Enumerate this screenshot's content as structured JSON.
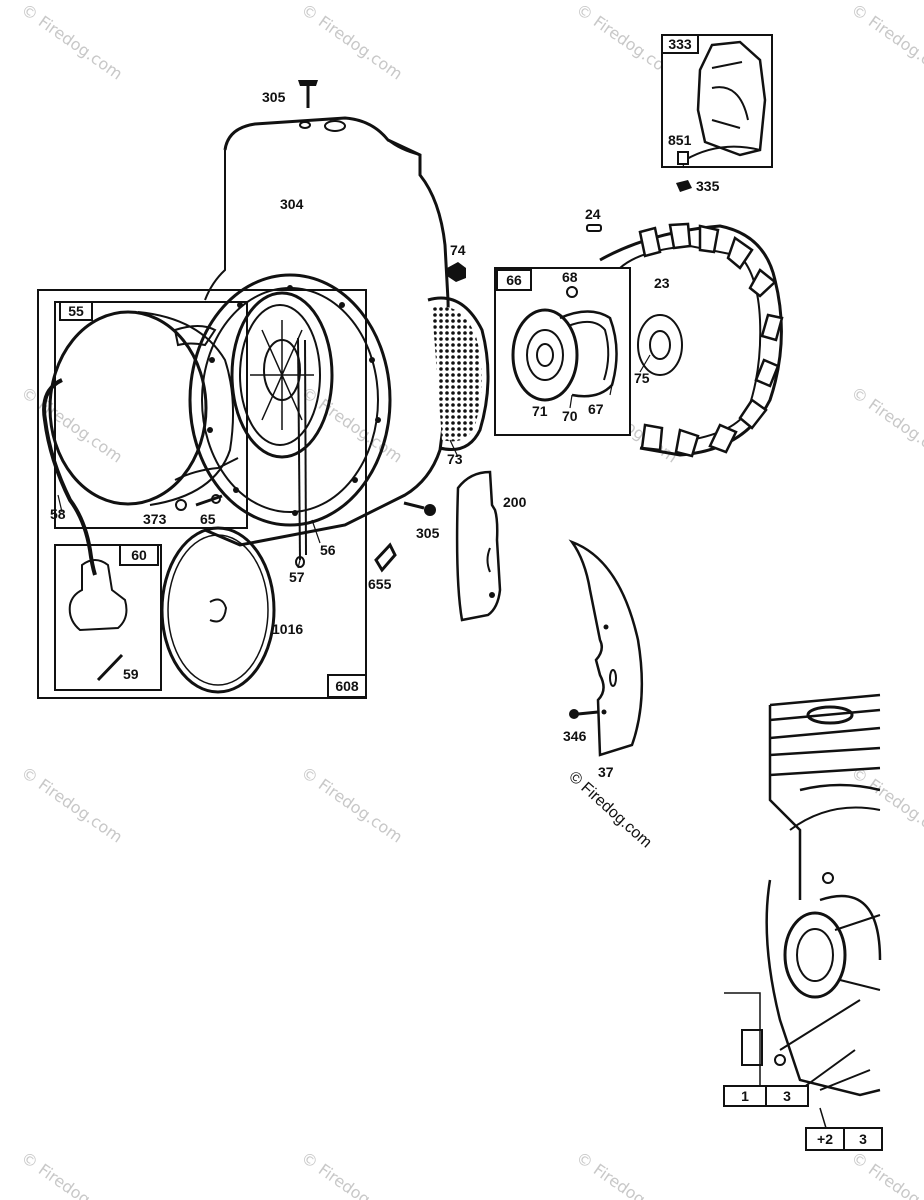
{
  "watermark": {
    "text": "© Firedog.com",
    "color": "#c8c8c8"
  },
  "copyright": "© Firedog.com",
  "boxes": {
    "b608": "608",
    "b55": "55",
    "b60": "60",
    "b66": "66",
    "b333": "333"
  },
  "parts": {
    "p305a": "305",
    "p304": "304",
    "p74": "74",
    "p66": "66",
    "p68": "68",
    "p24": "24",
    "p23": "23",
    "p75": "75",
    "p71": "71",
    "p70": "70",
    "p67": "67",
    "p73": "73",
    "p851": "851",
    "p335": "335",
    "p58": "58",
    "p373": "373",
    "p65": "65",
    "p56": "56",
    "p57": "57",
    "p305b": "305",
    "p200": "200",
    "p655": "655",
    "p1016": "1016",
    "p59": "59",
    "p346": "346",
    "p37": "37"
  },
  "legend": {
    "r1c1": "1",
    "r1c2": "3",
    "r2c1": "+2",
    "r2c2": "3"
  }
}
